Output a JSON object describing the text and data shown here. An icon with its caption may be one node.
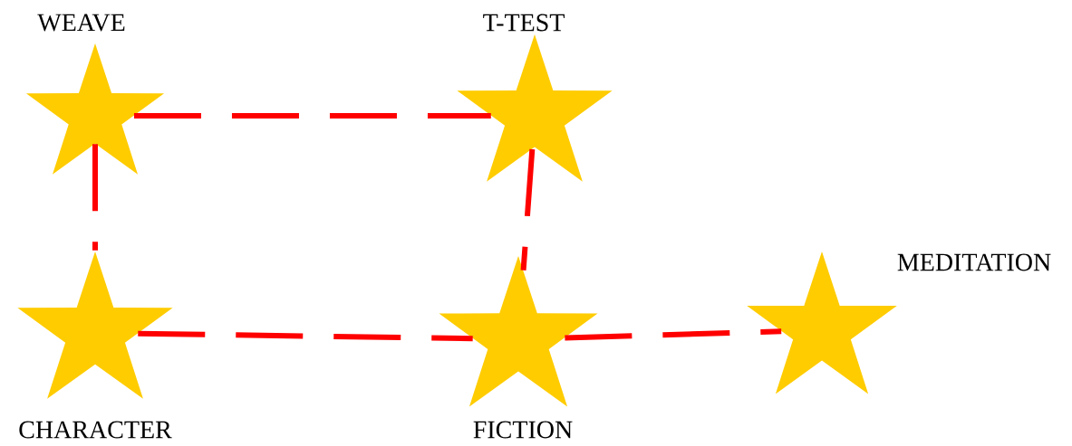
{
  "diagram": {
    "nodes": [
      {
        "text": [
          "WEAVE"
        ]
      },
      {
        "text": [
          "T-TEST"
        ]
      },
      {
        "text": [
          "CHARACTER"
        ]
      },
      {
        "text": [
          "FICTION"
        ]
      },
      {
        "text": [
          "MEDITATION"
        ]
      }
    ],
    "edges": [
      {
        "from": 0,
        "to": 1,
        "arrow": "none",
        "style": "dashed"
      },
      {
        "from": 0,
        "to": 2,
        "arrow": "none",
        "style": "dashed"
      },
      {
        "from": 1,
        "to": 3,
        "arrow": "none",
        "style": "dashed"
      },
      {
        "from": 2,
        "to": 3,
        "arrow": "none",
        "style": "dashed"
      },
      {
        "from": 3,
        "to": 4,
        "arrow": "none",
        "style": "dashed"
      }
    ]
  }
}
